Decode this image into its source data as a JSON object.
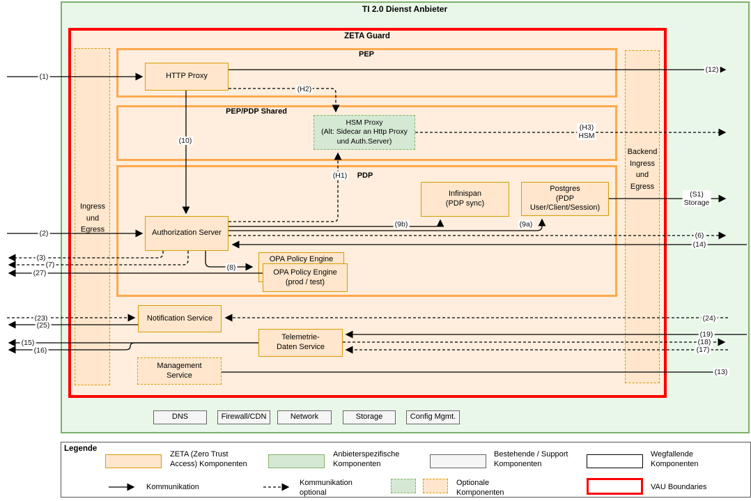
{
  "title": "TI 2.0 Dienst Anbieter",
  "guard": {
    "title": "ZETA Guard"
  },
  "sections": {
    "pep": "PEP",
    "shared": "PEP/PDP Shared",
    "pdp": "PDP"
  },
  "zones": {
    "ingress": "Ingress\nund\nEgress",
    "backend": "Backend\nIngress\nund\nEgress"
  },
  "components": {
    "http_proxy": "HTTP Proxy",
    "hsm_proxy": "HSM Proxy\n(Alt: Sidecar an Http Proxy\nund Auth.Server)",
    "auth_server": "Authorization Server",
    "infinispan": "Infinispan\n(PDP sync)",
    "postgres": "Postgres\n(PDP\nUser/Client/Session)",
    "opa_back": "OPA Policy Engine",
    "opa_front": "OPA Policy Engine\n(prod / test)",
    "notification": "Notification Service",
    "telemetry": "Telemetrie-\nDaten Service",
    "management": "Management\nService"
  },
  "support": [
    "DNS",
    "Firewall/CDN",
    "Network",
    "Storage",
    "Config Mgmt."
  ],
  "edges": {
    "n1": "(1)",
    "n2": "(2)",
    "n3": "(3)",
    "n6": "(6)",
    "n7": "(7)",
    "n8": "(8)",
    "n9a": "(9a)",
    "n9b": "(9b)",
    "n10": "(10)",
    "n12": "(12)",
    "n13": "(13)",
    "n14": "(14)",
    "n15": "(15)",
    "n16": "(16)",
    "n17": "(17)",
    "n18": "(18)",
    "n19": "(19)",
    "n23": "(23)",
    "n24": "(24)",
    "n25": "(25)",
    "n27": "(27)",
    "h1": "(H1)",
    "h2": "(H2)",
    "h3": "(H3)\nHSM",
    "s1": "(S1)\nStorage"
  },
  "legend": {
    "title": "Legende",
    "zeta": "ZETA (Zero Trust\nAccess) Komponenten",
    "anbieter": "Anbieterspezifische\nKomponenten",
    "bestehende": "Bestehende / Support\nKomponenten",
    "wegfallende": "Wegfallende\nKomponenten",
    "kommunikation": "Kommunikation",
    "kommunikation_optional": "Kommunikation\noptional",
    "optionale": "Optionale\nKomponenten",
    "vau": "VAU Boundaries"
  },
  "colors": {
    "outer_fill": "#e9f7e9",
    "outer_border": "#7cb069",
    "guard_fill": "#ffeedd",
    "vau_border": "#ff0000",
    "section_border": "#ffa94d",
    "component_fill": "#ffe6cc",
    "component_border": "#d79b00",
    "green_fill": "#d5e8d4",
    "green_border": "#82b366",
    "support_fill": "#f5f5f5",
    "support_border": "#666666"
  }
}
